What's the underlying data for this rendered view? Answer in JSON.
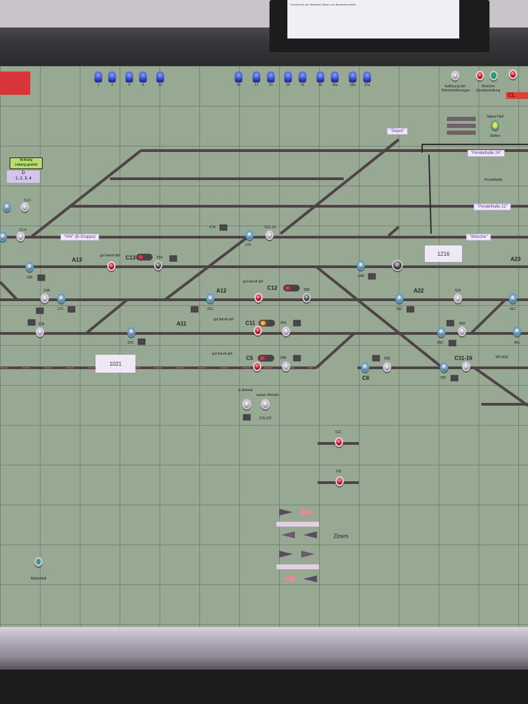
{
  "document": {
    "text": "Verzeichnis der Stellwerk-Tasten und Bedienelemente"
  },
  "top_buttons": [
    "1",
    "3",
    "5",
    "8",
    "10",
    "16",
    "17",
    "21",
    "24",
    "31",
    "35",
    "35a",
    "35b",
    "37a"
  ],
  "notice": {
    "line1": "Achtung",
    "line2": "Leitung gestört",
    "code": "D",
    "code2": "1, 2, 3, 4"
  },
  "cards": {
    "hw": "\"HW\" (B-Gruppe)",
    "depot": "\"Depot\"",
    "ph24": "\"Pendelhalle 24\"",
    "ph22": "\"Pendelhalle 22\"",
    "waesche": "\"Wäsche\""
  },
  "numbers": {
    "n1021": "1021",
    "n1216": "1216"
  },
  "areas": {
    "pendelhalle": "Pendelhalle",
    "zizers": "Zizers",
    "abfahrfeld": "Abfahrfeld"
  },
  "tracks": {
    "a13": "A13",
    "c13": "C13",
    "a12": "A12",
    "c12": "C12",
    "a11": "A11",
    "c11": "C11",
    "c5": "C5",
    "c6": "C6",
    "a22": "A22",
    "a23": "A23",
    "c1116": "C11-16"
  },
  "signals": {
    "s27a": "27A",
    "s27f": "27F",
    "d2124": "D21-24",
    "s24a": "24A",
    "s17c": "17C",
    "s23a": "23A",
    "s23c": "23C",
    "s25c": "25C",
    "s25a": "25A",
    "s34b": "34B",
    "s35b": "35B",
    "s35c": "35C",
    "s36a": "36A",
    "s36b": "36B",
    "s36d": "36D",
    "s40a": "40A",
    "s40c": "40C",
    "s41a": "41A",
    "s41c": "41C",
    "s55b": "55B",
    "s55f": "55F",
    "s51_5": "51-5",
    "s51_4": "51-4",
    "s612": "612",
    "s611": "611",
    "wp": "WP AS5",
    "s16b": "16B"
  },
  "status_words": {
    "gut": "gut",
    "bereit": "bereit",
    "abf": "abf"
  },
  "service": {
    "in": "in Betrieb",
    "out": "ausser Betrieb",
    "ref": "27A,27F"
  },
  "right_panel": {
    "aufl": "Auflösung der Weichenstörungen",
    "weichen": "Weichen Einzelschaltung",
    "signal": "Signal Halt",
    "stellen": "Stellen",
    "cl": "CL"
  },
  "colors": {
    "panel": "#97a893",
    "track": "#4e4448",
    "card": "#f0e8fb"
  }
}
